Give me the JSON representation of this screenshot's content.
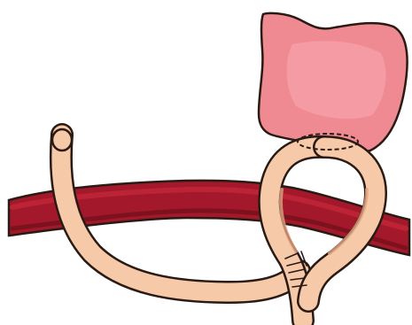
{
  "illustration": {
    "parts": [
      {
        "id": "stomach-pouch",
        "label": ""
      },
      {
        "id": "blood-vessel",
        "label": ""
      },
      {
        "id": "intestine-loop",
        "label": ""
      },
      {
        "id": "staple-line",
        "label": ""
      },
      {
        "id": "anastomosis-sutures",
        "label": ""
      }
    ]
  },
  "colors": {
    "background": "#ffffff",
    "stomach_fill": "#f08a92",
    "stomach_highlight": "#f7aab0",
    "vessel_fill": "#a3182a",
    "vessel_highlight": "#c2283a",
    "vessel_shadow": "#6e0e1a",
    "intestine_fill": "#f6c9a8",
    "intestine_shadow": "#e2a582",
    "outline": "#2a1a14"
  }
}
